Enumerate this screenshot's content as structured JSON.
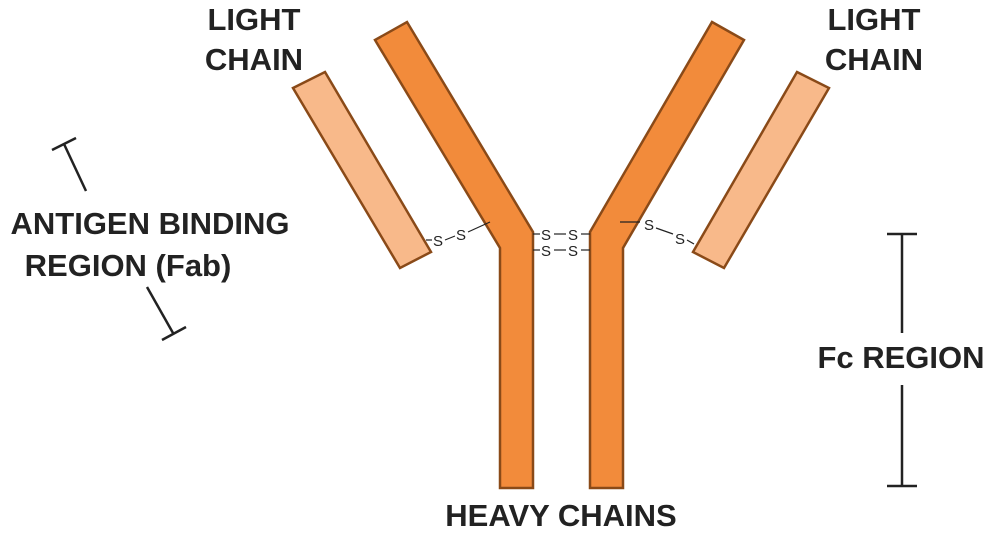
{
  "labels": {
    "light_chain_left": [
      "LIGHT",
      "CHAIN"
    ],
    "light_chain_right": [
      "LIGHT",
      "CHAIN"
    ],
    "fab_region": [
      "ANTIGEN BINDING",
      "REGION (Fab)"
    ],
    "fc_region": "Fc REGION",
    "heavy_chains": "HEAVY CHAINS",
    "disulfide": "S"
  },
  "colors": {
    "heavy_chain_fill": "#F28B3B",
    "light_chain_fill": "#F8B98A",
    "outline": "#8A4A18",
    "text": "#222222"
  }
}
